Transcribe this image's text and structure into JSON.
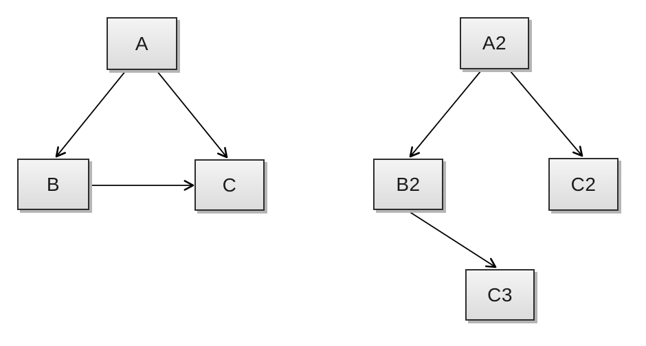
{
  "colors": {
    "page_bg": "#ffffff",
    "node_fill_top": "#f4f4f4",
    "node_fill_bottom": "#dcdcdc",
    "node_border": "#2d2d2d",
    "node_shadow": "#b5b5b5",
    "edge_color": "#000000",
    "label_color": "#1a1a1a"
  },
  "left_graph": {
    "nodes": {
      "a": {
        "label": "A"
      },
      "b": {
        "label": "B"
      },
      "c": {
        "label": "C"
      }
    },
    "edges": [
      {
        "from": "A",
        "to": "B"
      },
      {
        "from": "A",
        "to": "C"
      },
      {
        "from": "B",
        "to": "C"
      }
    ]
  },
  "right_graph": {
    "nodes": {
      "a2": {
        "label": "A2"
      },
      "b2": {
        "label": "B2"
      },
      "c2": {
        "label": "C2"
      },
      "c3": {
        "label": "C3"
      }
    },
    "edges": [
      {
        "from": "A2",
        "to": "B2"
      },
      {
        "from": "A2",
        "to": "C2"
      },
      {
        "from": "B2",
        "to": "C3"
      }
    ]
  }
}
